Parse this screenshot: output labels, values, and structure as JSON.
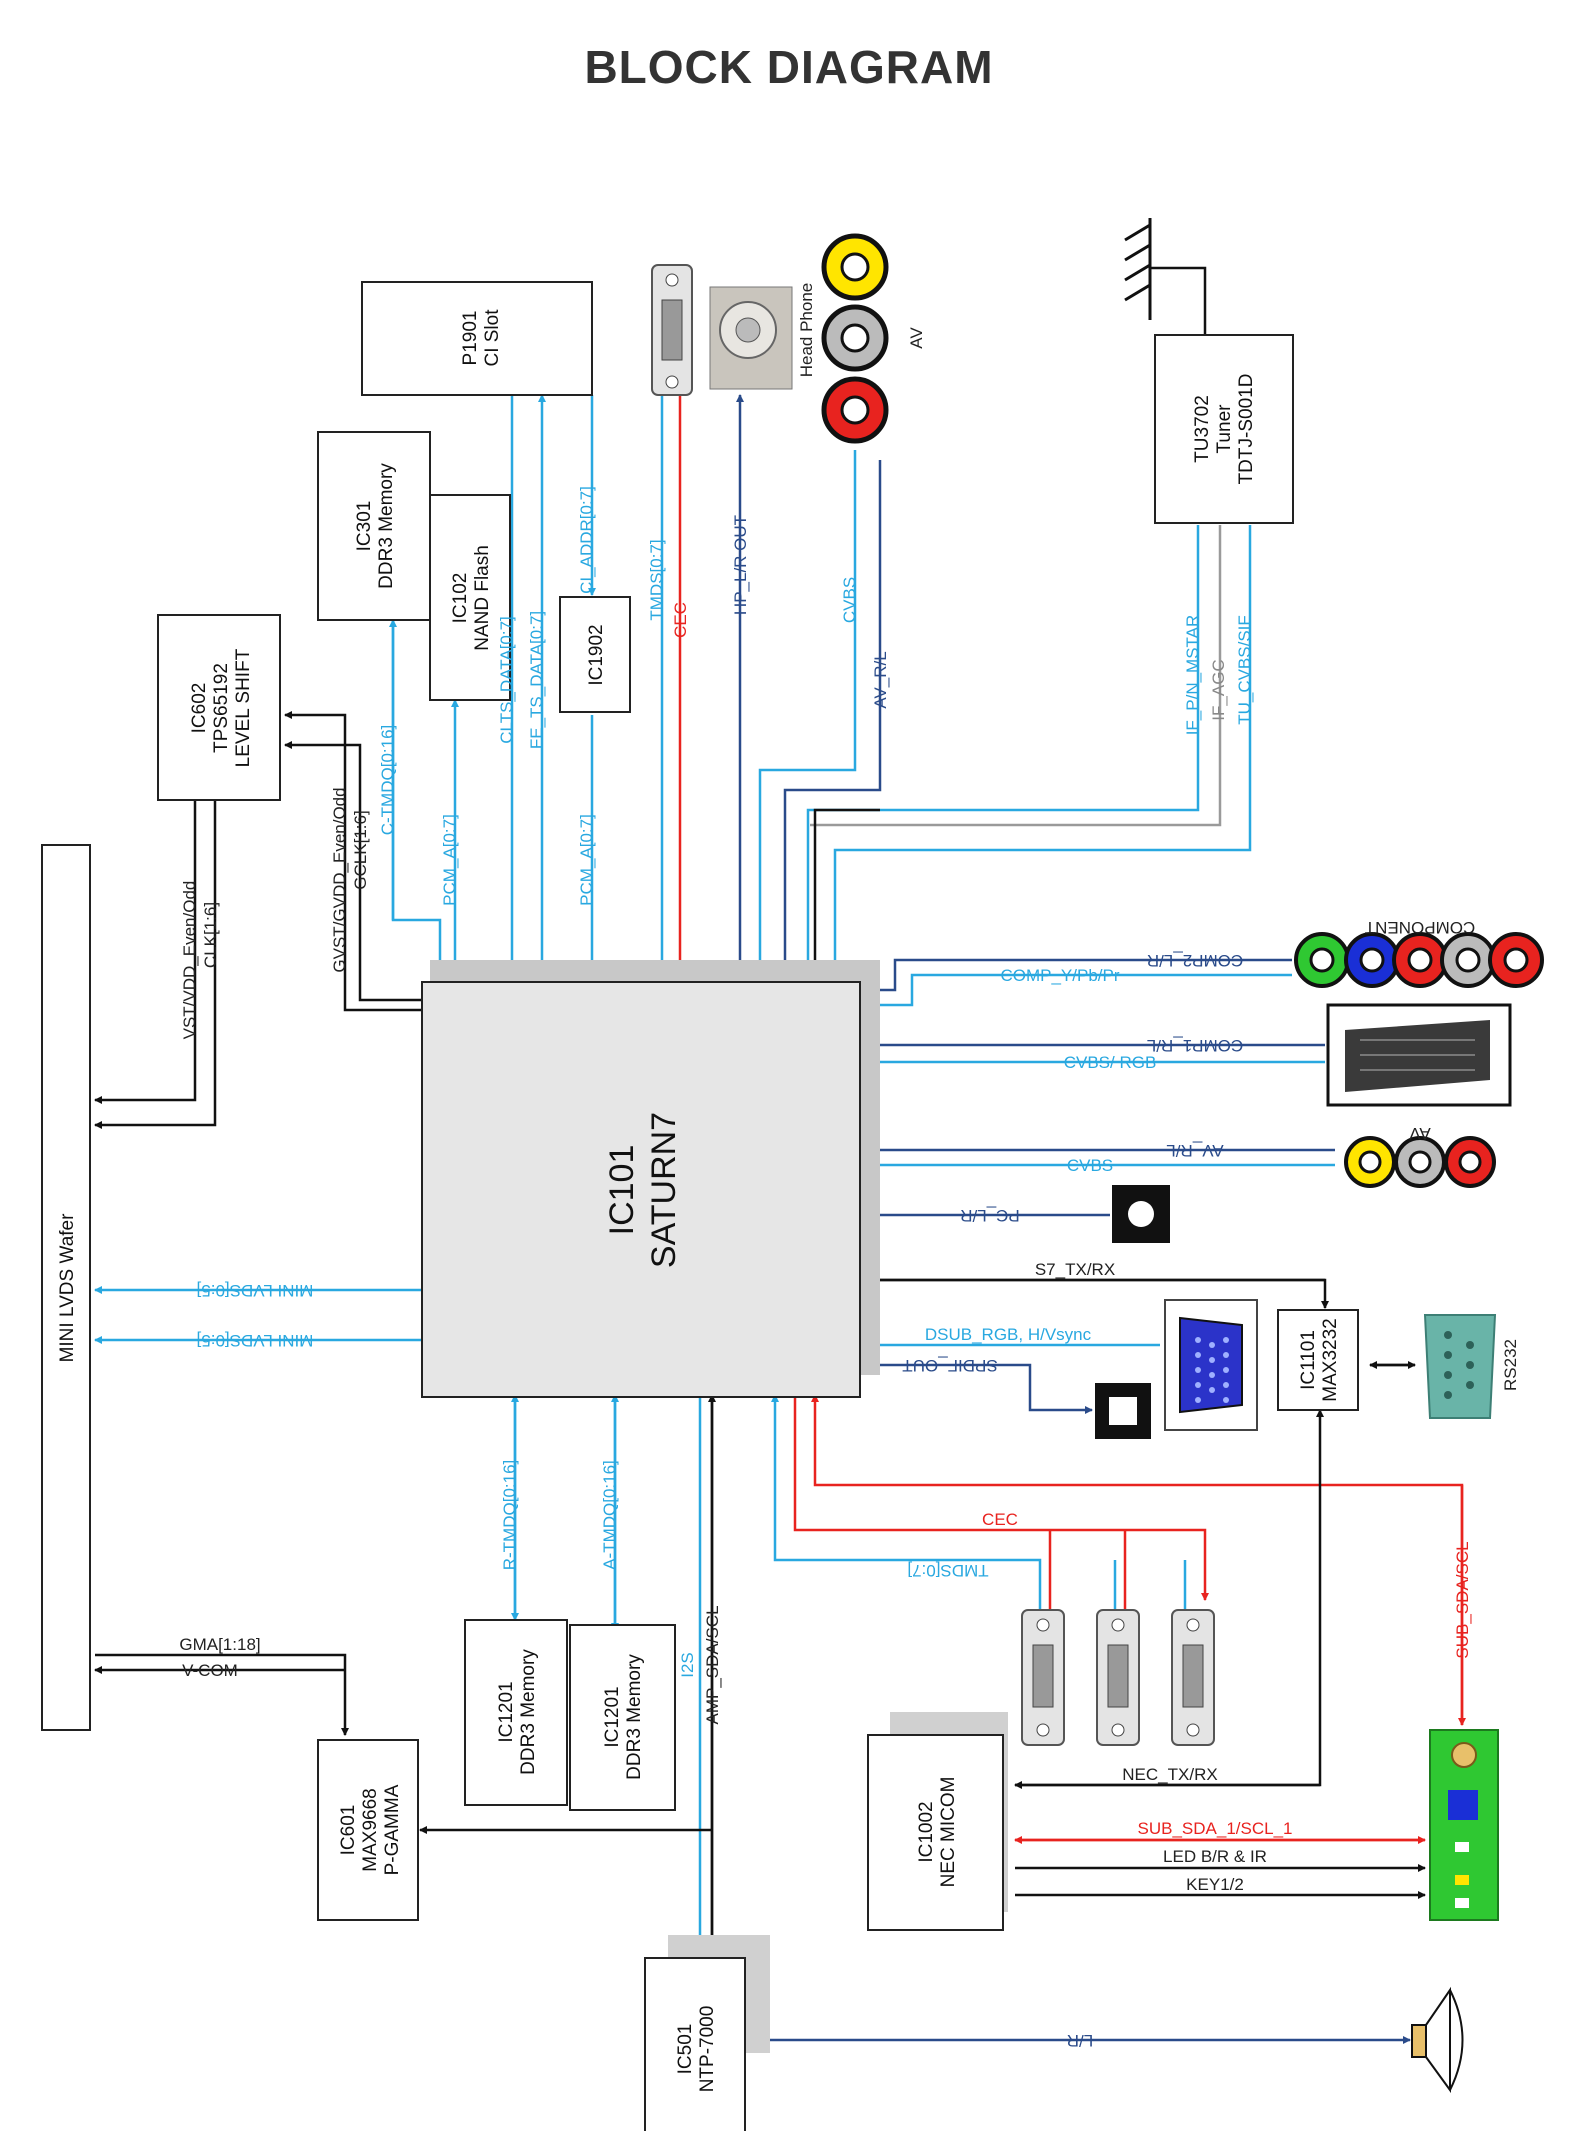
{
  "title": "BLOCK DIAGRAM",
  "blocks": {
    "ci_slot": [
      "P1901",
      "CI Slot"
    ],
    "ddr3_301": [
      "IC301",
      "DDR3 Memory"
    ],
    "nand": [
      "IC102",
      "NAND Flash"
    ],
    "ic1902": [
      "IC1902"
    ],
    "level_shift": [
      "IC602",
      "TPS65192",
      "LEVEL SHIFT"
    ],
    "mini_lvds_wafer": "MINI LVDS Wafer",
    "tuner": [
      "TU3702",
      "Tuner",
      "TDTJ-S001D"
    ],
    "saturn": [
      "IC101",
      "SATURN7"
    ],
    "max3232": [
      "IC1101",
      "MAX3232"
    ],
    "ddr3_1201a": [
      "IC1201",
      "DDR3 Memory"
    ],
    "ddr3_1201b": [
      "IC1201",
      "DDR3 Memory"
    ],
    "pgamma": [
      "IC601",
      "MAX9668",
      "P-GAMMA"
    ],
    "micom": [
      "IC1002",
      "NEC MICOM"
    ],
    "amp": [
      "IC501",
      "NTP-7000"
    ]
  },
  "connectors": {
    "head_phone": "Head Phone",
    "av_top": "AV",
    "component": "COMPONENT",
    "av_right": "AV",
    "rs232": "RS232"
  },
  "signals": {
    "tmds_top": "TMDS[0:7]",
    "cec_top": "CEC",
    "hp_lr_out": "HP_L/R OUT",
    "cvbs_top": "CVBS",
    "av_lr": "AV_R/L",
    "ci_addr": "CI_ADDR[0:7]",
    "clts_data": "CLTS_DATA[0:7]",
    "fe_ts_data": "FE_TS_DATA[0:7]",
    "pcm_a_left": "PCM_A[0:7]",
    "pcm_a_right": "PCM_A[0:7]",
    "c_tmdq": "C-TMDQ[0:16]",
    "gvst": "GVST/GVDD_Even/Odd",
    "gclk": "GCLK[1:6]",
    "vst": "VST/VDD_Even/Odd",
    "clk": "CLK[1:6]",
    "if_p": "IF_P/N_MSTAR",
    "if_agc": "IF_AGC",
    "tu_cvbs": "TU_CVBS/SIF",
    "comp2_lr": "COMP2_L/R",
    "comp_ypbpr": "COMP_Y/Pb/Pr",
    "comp1_lr": "COMP1_R/L",
    "cvbs_rgb": "CVBS/ RGB",
    "av_rl_right": "AV_R/L",
    "cvbs_right": "CVBS",
    "pc_lr": "PC_L/R",
    "s7_txrx": "S7_TX/RX",
    "dsub": "DSUB_RGB, H/Vsync",
    "spdif": "SPDIF_OUT",
    "mini_lvds_1": "MINI LVDS[0:5]",
    "mini_lvds_2": "MINI LVDS[0:5]",
    "r_tmdq": "R-TMDQ[0:16]",
    "a_tmdq": "A-TMDQ[0:16]",
    "i2s": "I2S",
    "amp_sda": "AMP_SDA/SCL",
    "cec_bottom": "CEC",
    "tmds_bottom": "TMDS[0:7]",
    "sub_sda_scl": "SUB_SDA/SCL",
    "gma": "GMA[1:18]",
    "vcom": "V-COM",
    "nec_txrx": "NEC_TX/RX",
    "sub_sda1": "SUB_SDA_1/SCL_1",
    "led": "LED B/R & IR",
    "key": "KEY1/2",
    "lr_bottom": "L/R"
  },
  "colors": {
    "light_blue": "#29a8e0",
    "red": "#e8231f",
    "dark_blue": "#2a4b8a",
    "black": "#111111",
    "gray": "#9a9a9a",
    "green_board": "#2fc832"
  }
}
